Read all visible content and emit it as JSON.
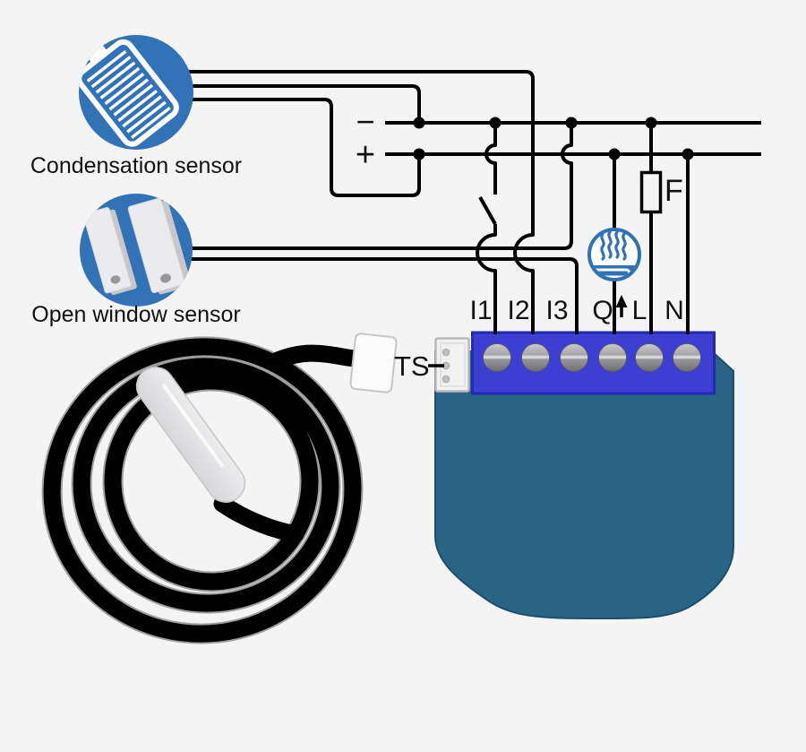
{
  "diagram": {
    "sensors": {
      "condensation": {
        "label": "Condensation sensor",
        "icon": "condensation-sensor-icon"
      },
      "open_window": {
        "label": "Open window sensor",
        "icon": "open-window-sensor-icon"
      },
      "temperature": {
        "label": "TS",
        "icon": "temperature-probe-icon"
      }
    },
    "power": {
      "minus_label": "−",
      "plus_label": "+"
    },
    "fuse": {
      "label": "F"
    },
    "load": {
      "icon": "heater-icon"
    },
    "terminals": {
      "i1": "I1",
      "i2": "I2",
      "i3": "I3",
      "q": "Q",
      "l": "L",
      "n": "N",
      "q_arrow_icon": "up-arrow-icon",
      "count": 6
    },
    "colors": {
      "icon_blue": "#3273b7",
      "terminal_block_blue": "#3d3ed2",
      "module_teal": "#2a6485",
      "wire_black": "#000000",
      "background": "#f4f4f5"
    }
  }
}
